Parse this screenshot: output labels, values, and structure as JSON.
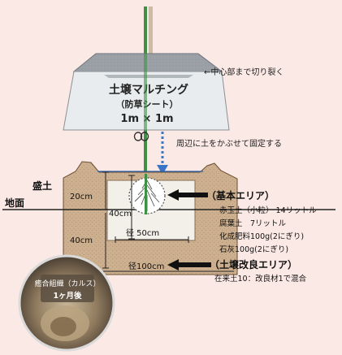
{
  "sheet": {
    "title": "土壌マルチング",
    "subtitle": "（防草シート）",
    "size": "1m × 1m"
  },
  "annotations": {
    "cut_center": "←中心部まで切り裂く",
    "cover_edges": "周辺に土をかぶせて固定する"
  },
  "labels": {
    "mound": "盛土",
    "ground": "地面",
    "dim_20": "20cm",
    "dim_40_left": "40cm",
    "dim_40_center": "40cm",
    "diam_50": "径 50cm",
    "diam_100": "径100cm"
  },
  "basic_area": {
    "heading": "（基本エリア）",
    "items": [
      "赤玉土（小粒） 14リットル",
      "腐葉土　7リットル",
      "化成肥料100g(2にぎり)",
      "石灰100g(2にぎり)"
    ]
  },
  "improve_area": {
    "heading": "（土壌改良エリア）",
    "note": "在来土10：改良材1で混合"
  },
  "callus": {
    "title": "癒合組織（カルス）",
    "time": "1ヶ月後"
  },
  "colors": {
    "background": "#fbe9e5",
    "soil": "#cdb08f",
    "sheet": "#9aa0a6",
    "pole": "#3f8f45",
    "arrow": "#3b76c6"
  }
}
